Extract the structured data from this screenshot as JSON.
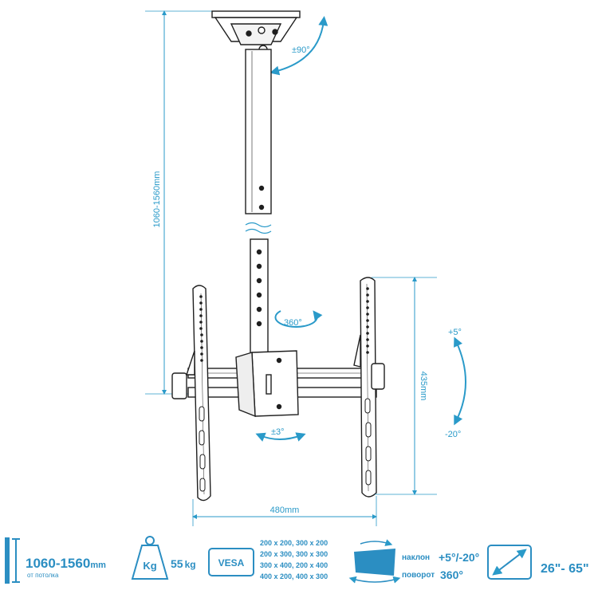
{
  "diagram": {
    "dimensions": {
      "height_range": "1060-1560mm",
      "plate_width": "480mm",
      "plate_height": "435mm",
      "pivot_top": "±90°",
      "swivel": "360°",
      "roll": "±3°",
      "tilt_up": "+5°",
      "tilt_down": "-20°"
    },
    "colors": {
      "accent": "#2a9ac9",
      "line": "#1f1f1f",
      "spec": "#2b8ec2"
    }
  },
  "specs": {
    "height": {
      "value": "1060-1560",
      "unit": "mm",
      "caption": "от потолка"
    },
    "load": {
      "icon_label": "Kg",
      "value": "55",
      "unit": "kg"
    },
    "vesa": {
      "badge": "VESA",
      "patterns": [
        "200 x 200, 300 x 200",
        "200 x 300, 300 x 300",
        "300 x 400, 200 x 400",
        "400 x 200, 400 x 300"
      ]
    },
    "motion": {
      "tilt_label": "наклон",
      "tilt_value": "+5°/-20°",
      "swivel_label": "поворот",
      "swivel_value": "360°"
    },
    "screen": {
      "value": "26\"- 65\""
    }
  }
}
